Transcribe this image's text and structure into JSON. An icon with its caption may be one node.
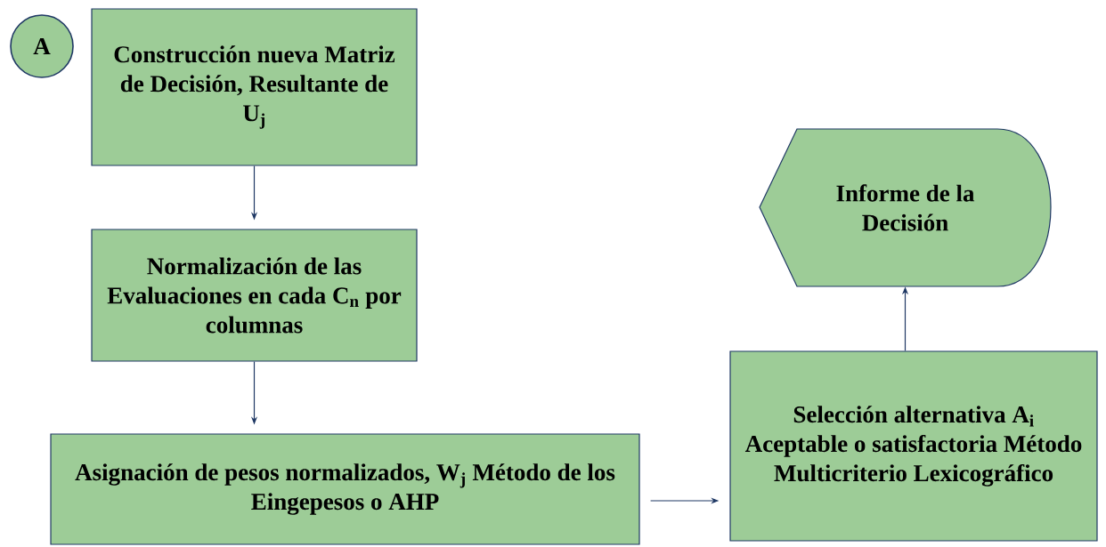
{
  "diagram": {
    "nodes": [
      {
        "text": [
          "A"
        ]
      },
      {
        "text": [
          "Construcción nueva Matriz de Decisión, Resultante de U$_{j}$"
        ]
      },
      {
        "text": [
          "Normalización de las Evaluaciones en cada C$_{n}$ por columnas"
        ]
      },
      {
        "text": [
          "Asignación de pesos normalizados, W$_{j}$ Método de los Eingepesos o AHP"
        ]
      },
      {
        "text": [
          "Selección alternativa A$_{i}$ Aceptable o satisfactoria Método Multicriterio Lexicográfico"
        ]
      },
      {
        "text": [
          "Informe de la Decisión"
        ]
      }
    ],
    "edges": [
      {
        "from": 1,
        "to": 2,
        "arrow": "to"
      },
      {
        "from": 2,
        "to": 3,
        "arrow": "to"
      },
      {
        "from": 3,
        "to": 4,
        "arrow": "to"
      },
      {
        "from": 4,
        "to": 5,
        "arrow": "to"
      }
    ]
  }
}
